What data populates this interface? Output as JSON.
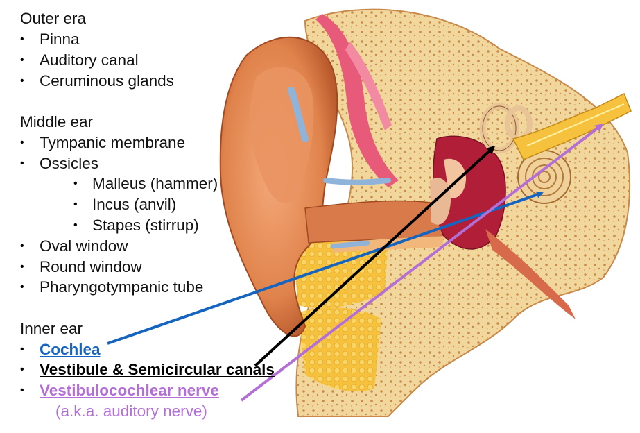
{
  "colors": {
    "cochlea": "#1565c0",
    "vestibule": "#000000",
    "nerve": "#b36fd6",
    "skin": "#e8915a",
    "bone": "#f3d9a0",
    "fat": "#f7c640"
  },
  "outer": {
    "heading": "Outer era",
    "items": [
      "Pinna",
      "Auditory canal",
      "Ceruminous glands"
    ]
  },
  "middle": {
    "heading": "Middle ear",
    "items": [
      "Tympanic membrane",
      "Ossicles"
    ],
    "ossicles": [
      "Malleus (hammer)",
      "Incus (anvil)",
      "Stapes (stirrup)"
    ],
    "items2": [
      "Oval window",
      "Round window",
      "Pharyngotympanic tube"
    ]
  },
  "inner": {
    "heading": "Inner ear",
    "cochlea": "Cochlea",
    "vestibule": "Vestibule & Semicircular canals",
    "nerve": "Vestibulocochlear nerve",
    "aka": "(a.k.a. auditory nerve)"
  },
  "bullet": "•"
}
